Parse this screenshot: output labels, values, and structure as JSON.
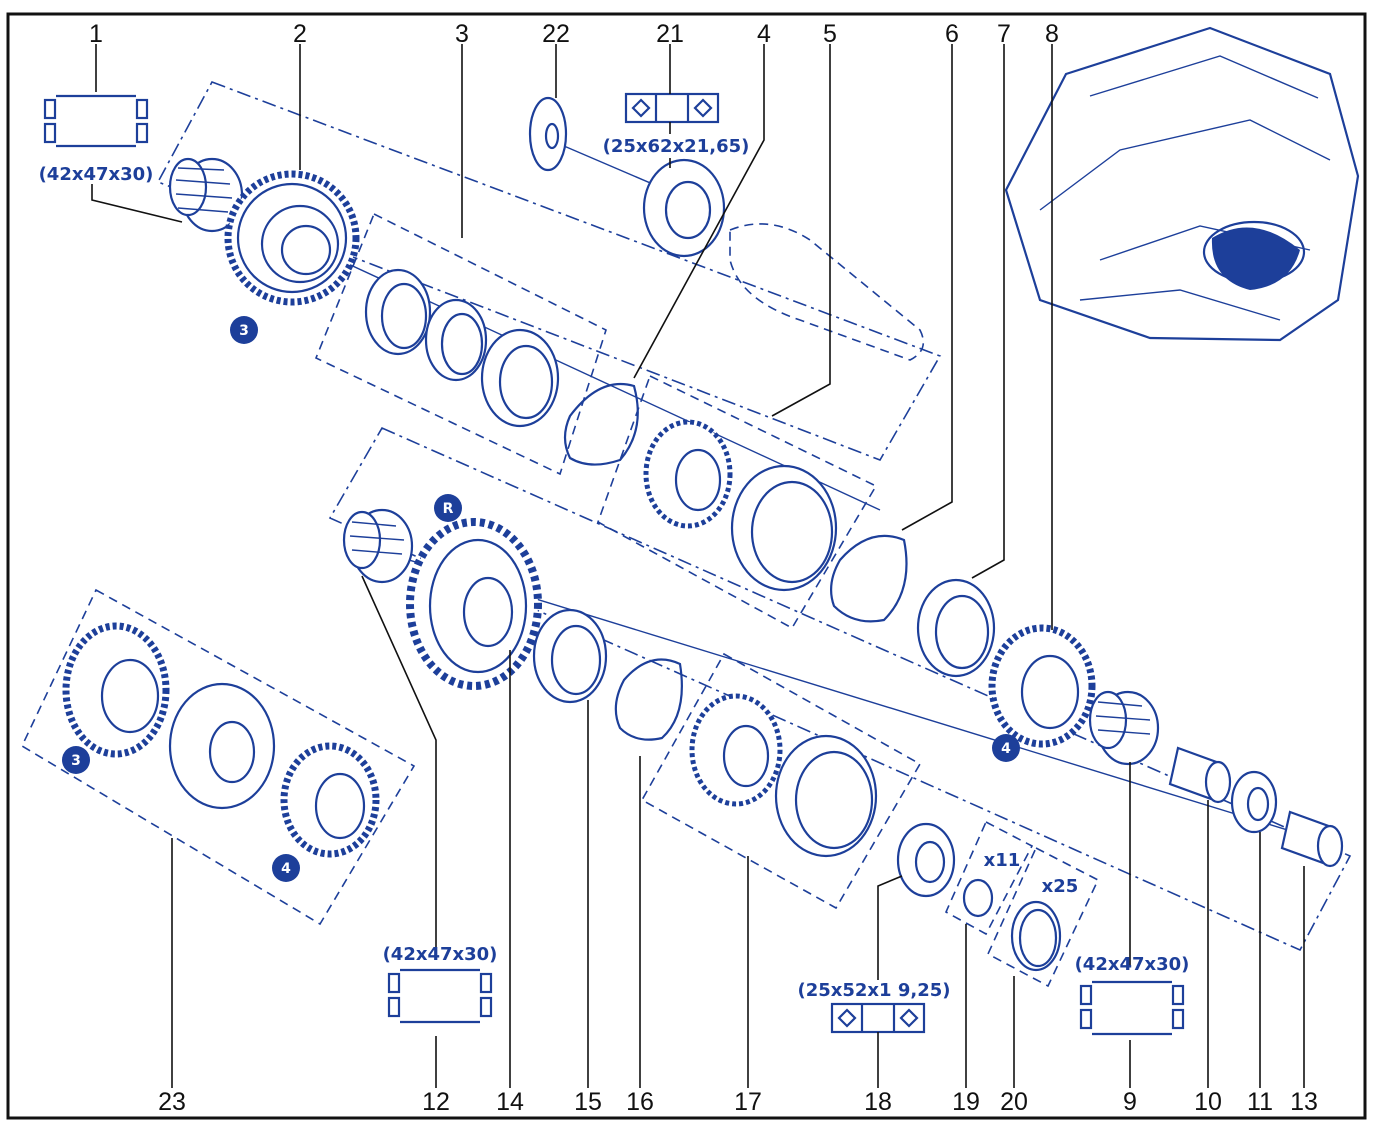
{
  "diagram": {
    "callout_numbers": [
      "1",
      "2",
      "3",
      "4",
      "5",
      "6",
      "7",
      "8",
      "22",
      "21",
      "23",
      "12",
      "14",
      "15",
      "16",
      "17",
      "18",
      "19",
      "20",
      "9",
      "10",
      "11",
      "13"
    ],
    "dimensions": {
      "bearing_1": "(42x47x30)",
      "bearing_21": "(25x62x21,65)",
      "bearing_12": "(42x47x30)",
      "bearing_18": "(25x52x1 9,25)",
      "bearing_9": "(42x47x30)"
    },
    "quantities": {
      "part_19": "x11",
      "part_20": "x25"
    },
    "gear_badges": {
      "third": "3",
      "fourth": "4",
      "reverse": "R",
      "third_alt": "3",
      "fourth_alt": "4"
    },
    "colors": {
      "ink": "#1d3f9a",
      "text": "#111111",
      "frame": "#111111"
    }
  }
}
